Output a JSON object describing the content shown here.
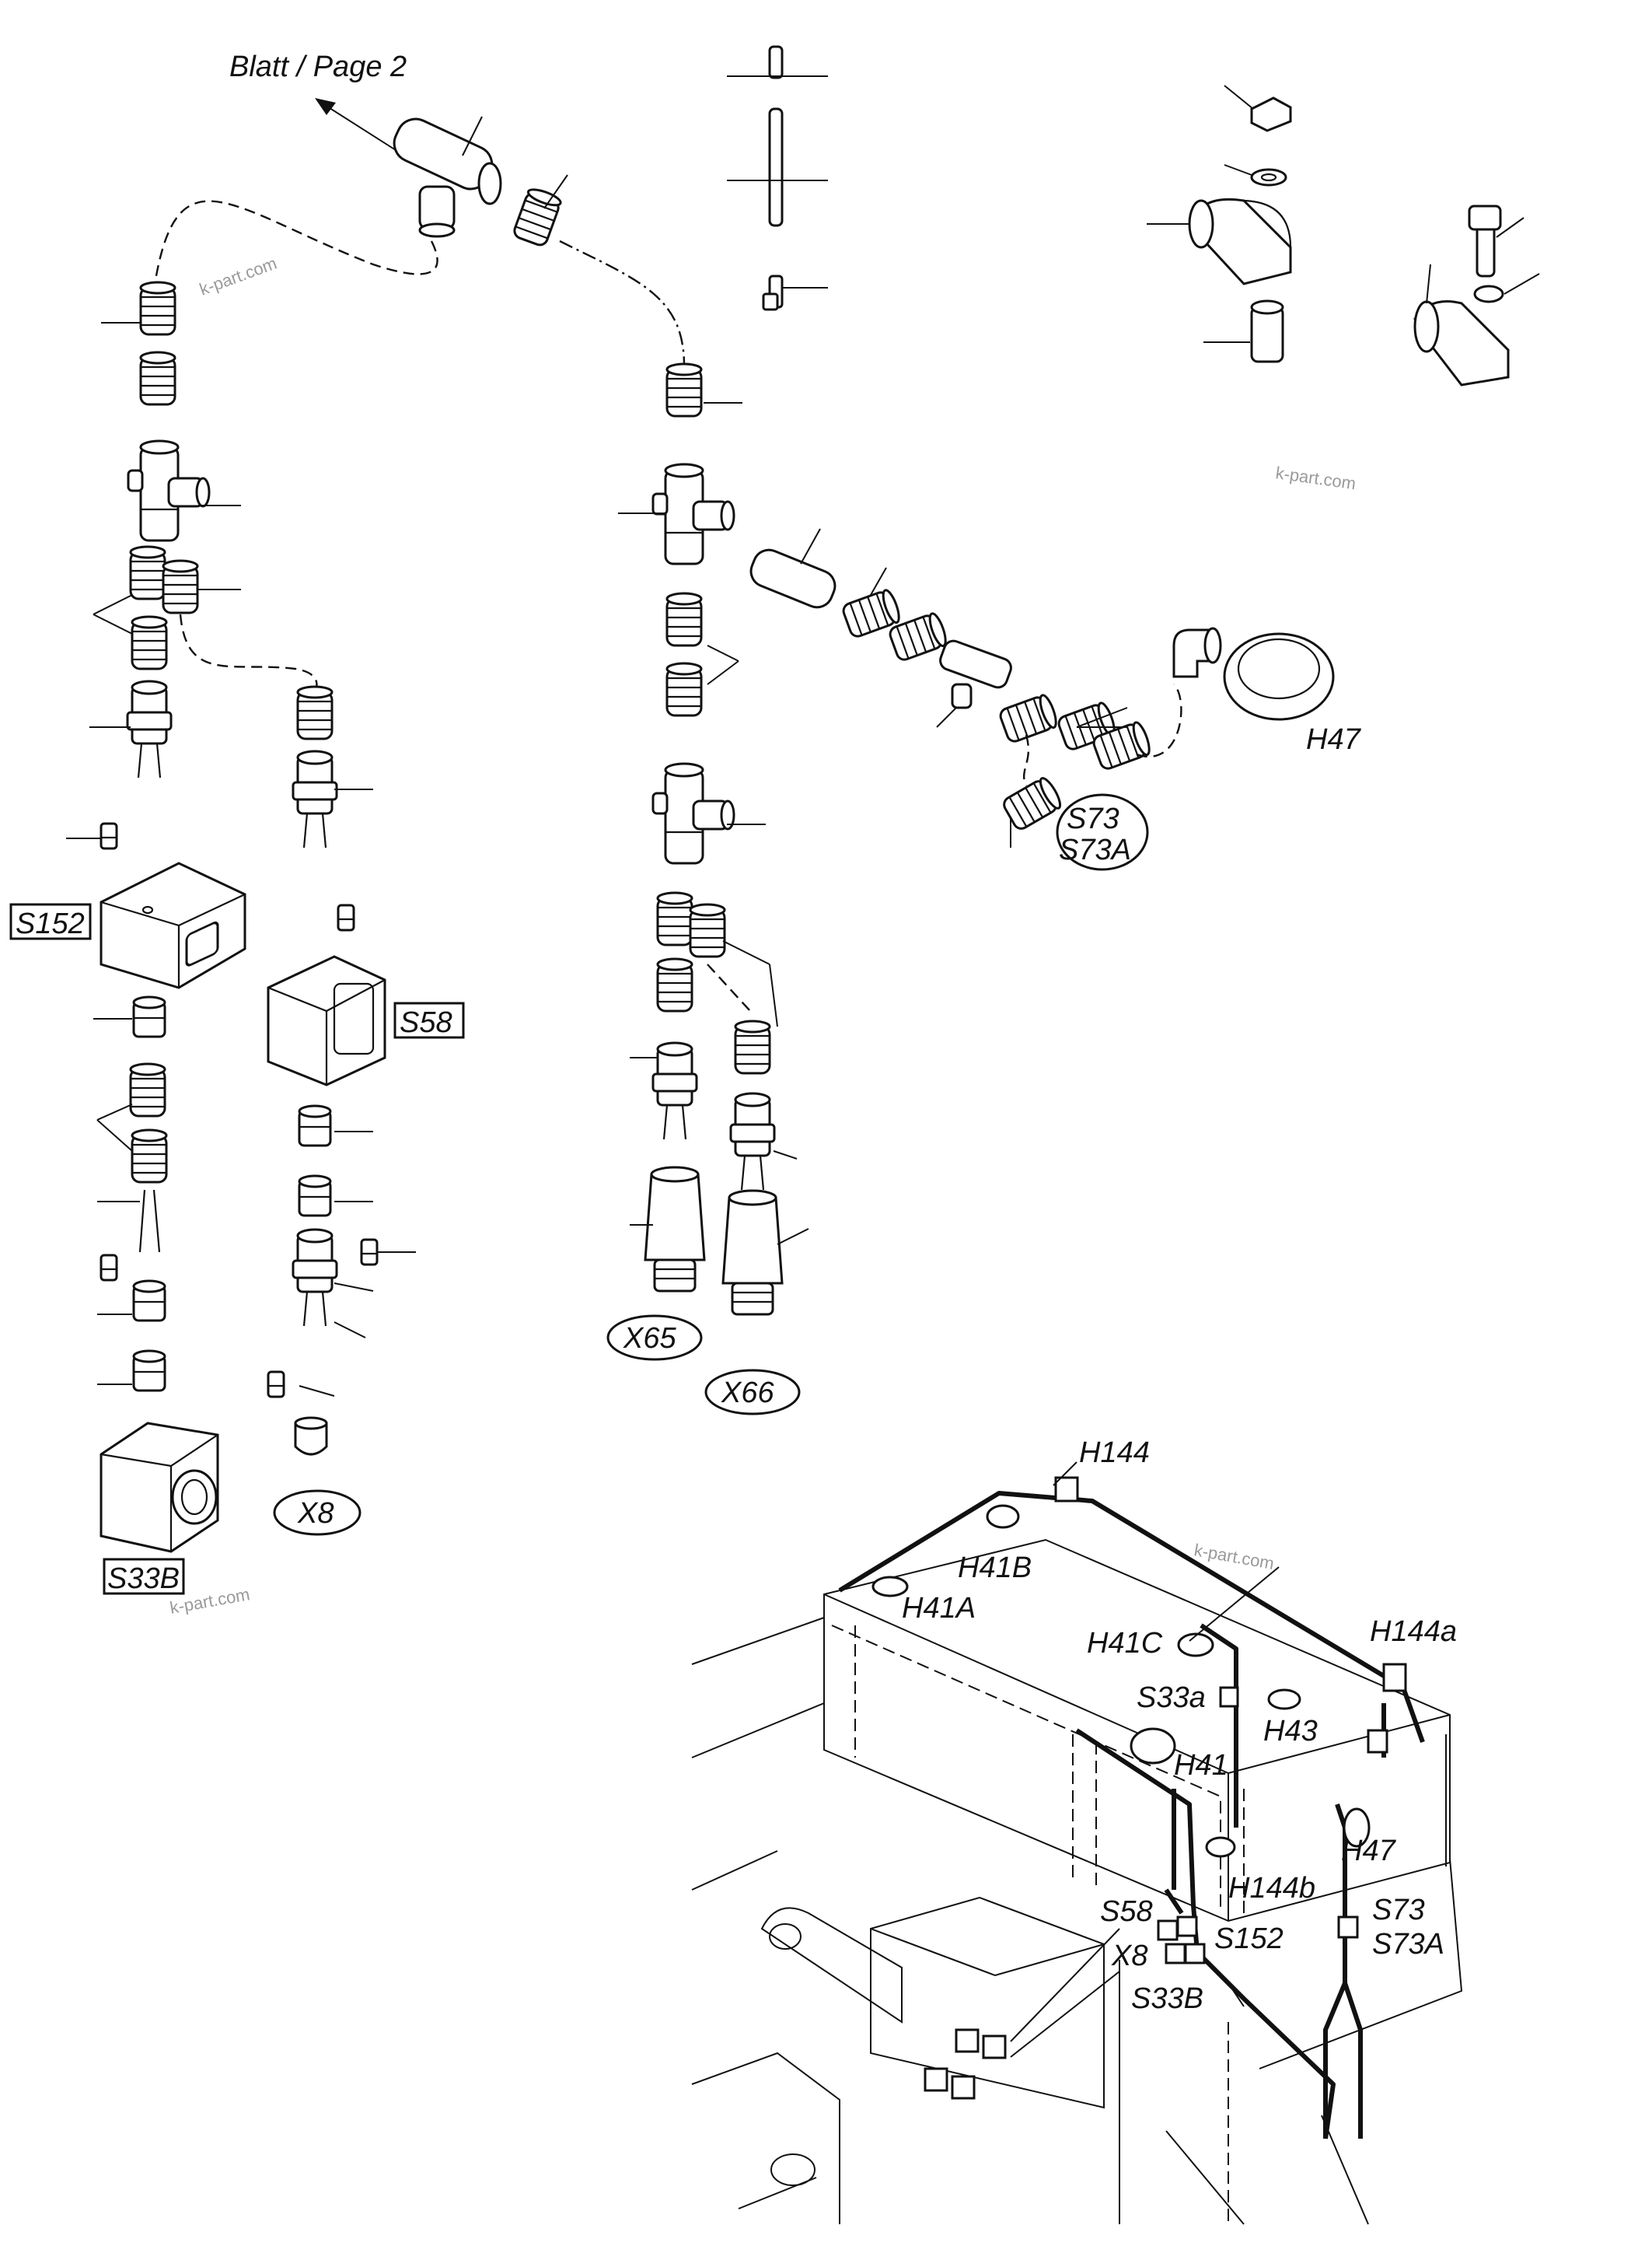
{
  "labels": {
    "page_ref": "Blatt / Page 2",
    "h47_top": "H47",
    "s73": "S73",
    "s73a": "S73A",
    "s152_box": "S152",
    "s58_box": "S58",
    "x65": "X65",
    "x66": "X66",
    "x8_oval": "X8",
    "s33b_box": "S33B",
    "h144": "H144",
    "h41b": "H41B",
    "h41a": "H41A",
    "h41c": "H41C",
    "h144a": "H144a",
    "s33a": "S33a",
    "h43": "H43",
    "h41": "H41",
    "h47_bottom": "H47",
    "h144b": "H144b",
    "s58_bottom": "S58",
    "x8_bottom": "X8",
    "s152_bottom": "S152",
    "s73_bottom": "S73",
    "s73a_bottom": "S73A",
    "s33b_bottom": "S33B"
  },
  "watermark": "k-part.com",
  "icons": {
    "arrow": "arrow-up-left-icon",
    "bellows": "bellows-icon",
    "tee": "tee-fitting-icon",
    "switch": "switch-box-icon",
    "plug": "plug-icon",
    "clamp": "pipe-clamp-icon",
    "grommet": "grommet-icon",
    "elbow": "elbow-fitting-icon"
  }
}
